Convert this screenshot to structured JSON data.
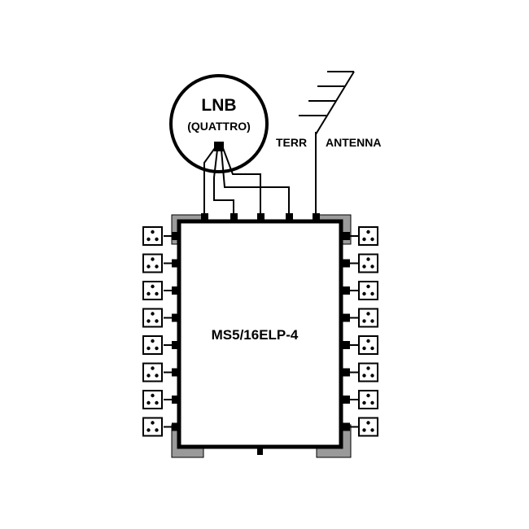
{
  "lnb": {
    "title": "LNB",
    "subtitle": "(QUATTRO)"
  },
  "terrestrial": {
    "left_label": "TERR",
    "right_label": "ANTENNA"
  },
  "multiswitch": {
    "model": "MS5/16ELP-4"
  },
  "outputs": {
    "left_count": 8,
    "right_count": 8
  },
  "colors": {
    "line": "#000000",
    "bracket": "#9a9a9a",
    "background": "#ffffff"
  }
}
